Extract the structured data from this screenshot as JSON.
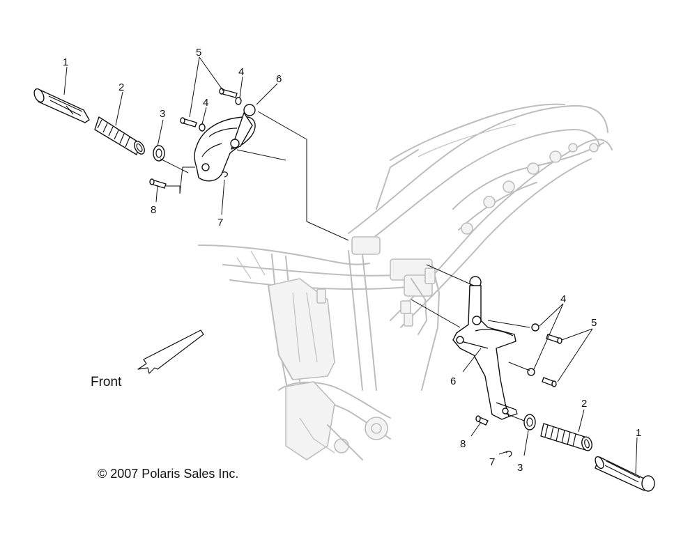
{
  "diagram": {
    "front_label": "Front",
    "copyright": "© 2007 Polaris Sales Inc.",
    "callouts_left": {
      "grip": "1",
      "rubber": "2",
      "washer": "3",
      "washer_a": "4",
      "washer_b": "4",
      "bolts": "5",
      "bracket": "6",
      "clip": "7",
      "pin": "8"
    },
    "callouts_right": {
      "grip": "1",
      "rubber": "2",
      "washer": "3",
      "washers": "4",
      "bolts": "5",
      "bracket": "6",
      "clip": "7",
      "pin": "8"
    }
  }
}
